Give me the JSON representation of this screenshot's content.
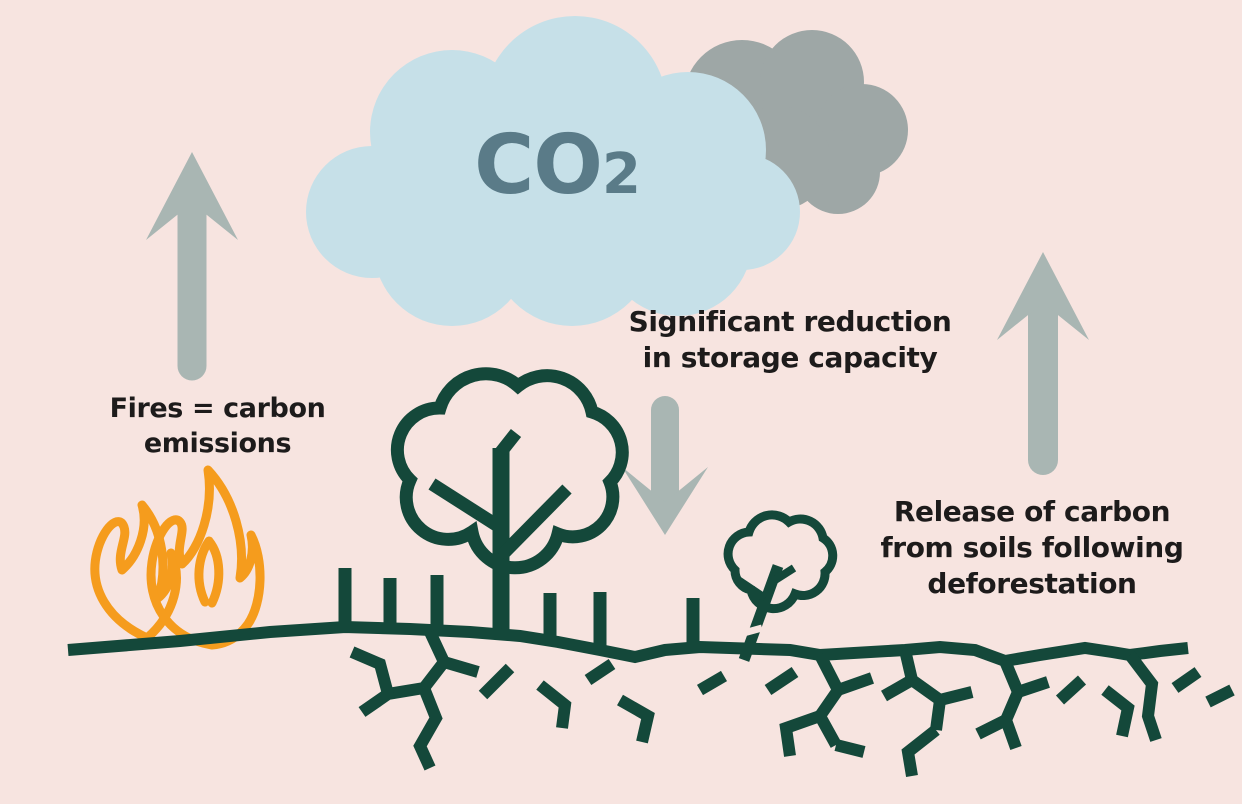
{
  "title": "Deforestation carbon emissions infographic",
  "co2_cloud": {
    "label_main": "CO",
    "label_sub": "2"
  },
  "captions": {
    "fires": {
      "lines": [
        "Fires = carbon",
        "emissions"
      ]
    },
    "storage": {
      "lines": [
        "Significant reduction",
        "in storage capacity"
      ]
    },
    "soils": {
      "lines": [
        "Release of carbon",
        "from soils following",
        "deforestation"
      ]
    }
  },
  "colors": {
    "bg": "#f7e4e0",
    "cloud_blue": "#c6e0e8",
    "cloud_gray": "#9ea7a6",
    "arrow_gray": "#a9b6b3",
    "co2_text": "#5a7b88",
    "caption_text": "#1d1b1b",
    "flame_orange": "#f59c1d",
    "tree_green": "#14483a"
  }
}
